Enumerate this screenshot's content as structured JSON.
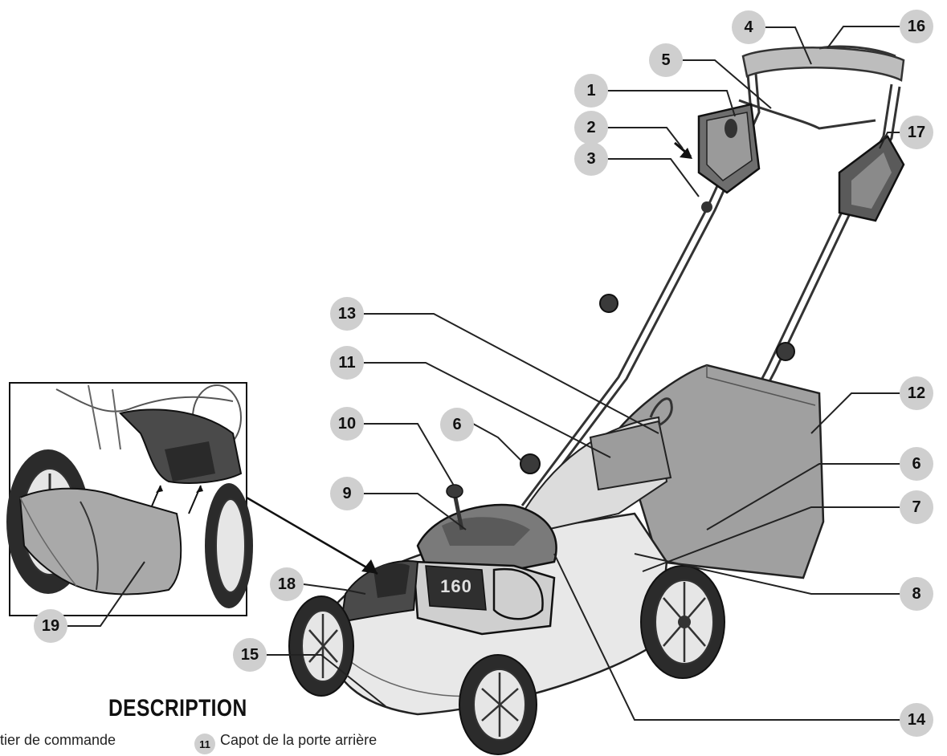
{
  "callouts": [
    {
      "id": "c1",
      "label": "1"
    },
    {
      "id": "c2",
      "label": "2"
    },
    {
      "id": "c3",
      "label": "3"
    },
    {
      "id": "c4",
      "label": "4"
    },
    {
      "id": "c5",
      "label": "5"
    },
    {
      "id": "c6a",
      "label": "6"
    },
    {
      "id": "c6b",
      "label": "6"
    },
    {
      "id": "c7",
      "label": "7"
    },
    {
      "id": "c8",
      "label": "8"
    },
    {
      "id": "c9",
      "label": "9"
    },
    {
      "id": "c10",
      "label": "10"
    },
    {
      "id": "c11",
      "label": "11"
    },
    {
      "id": "c12",
      "label": "12"
    },
    {
      "id": "c13",
      "label": "13"
    },
    {
      "id": "c14",
      "label": "14"
    },
    {
      "id": "c15",
      "label": "15"
    },
    {
      "id": "c16",
      "label": "16"
    },
    {
      "id": "c17",
      "label": "17"
    },
    {
      "id": "c18",
      "label": "18"
    },
    {
      "id": "c19",
      "label": "19"
    }
  ],
  "battery_label": "160",
  "heading": "DESCRIPTION",
  "legend": [
    {
      "number": "",
      "text": "tier de commande"
    },
    {
      "number": "11",
      "text": "Capot de la porte arrière"
    }
  ],
  "colors": {
    "callout_fill": "#cfcfcf",
    "line": "#222222",
    "part_dark": "#3a3a3a",
    "part_mid": "#8c8c8c",
    "part_light": "#cfcfcf"
  }
}
